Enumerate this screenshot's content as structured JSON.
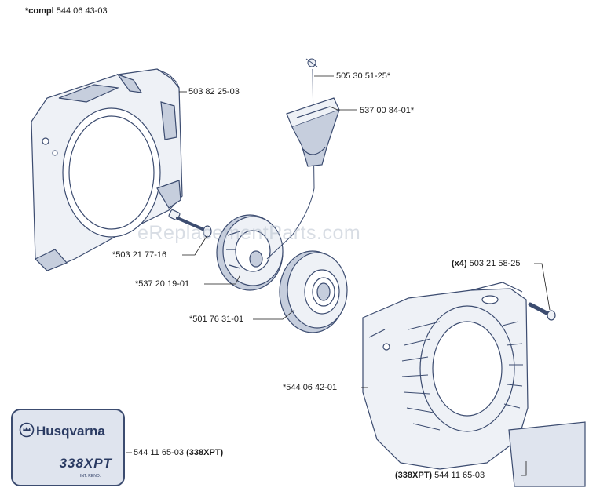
{
  "header": {
    "note_bold": "*compl",
    "note_part": "544 06 43-03"
  },
  "parts": {
    "fan_housing": "503 82 25-03",
    "cord": "505 30 51-25*",
    "handle": "537 00 84-01*",
    "screw": "*503 21 77-16",
    "pulley": "*537 20 19-01",
    "spring": "*501 76 31-01",
    "starter_cover": "*544 06 42-01",
    "cover_screws_qty": "(x4)",
    "cover_screws": "503 21 58-25",
    "decal_left_part": "544 11 65-03",
    "decal_left_model": "(338XPT)",
    "decal_right_model": "(338XPT)",
    "decal_right_part": "544 11 65-03"
  },
  "decal": {
    "brand": "Husqvarna",
    "model": "338XPT",
    "small_text": "INT. RENO."
  },
  "watermark": "eReplacementParts.com",
  "colors": {
    "line": "#3c4c70",
    "fill": "#eef1f6",
    "shade": "#c6cedd",
    "dark": "#2a3a62"
  }
}
